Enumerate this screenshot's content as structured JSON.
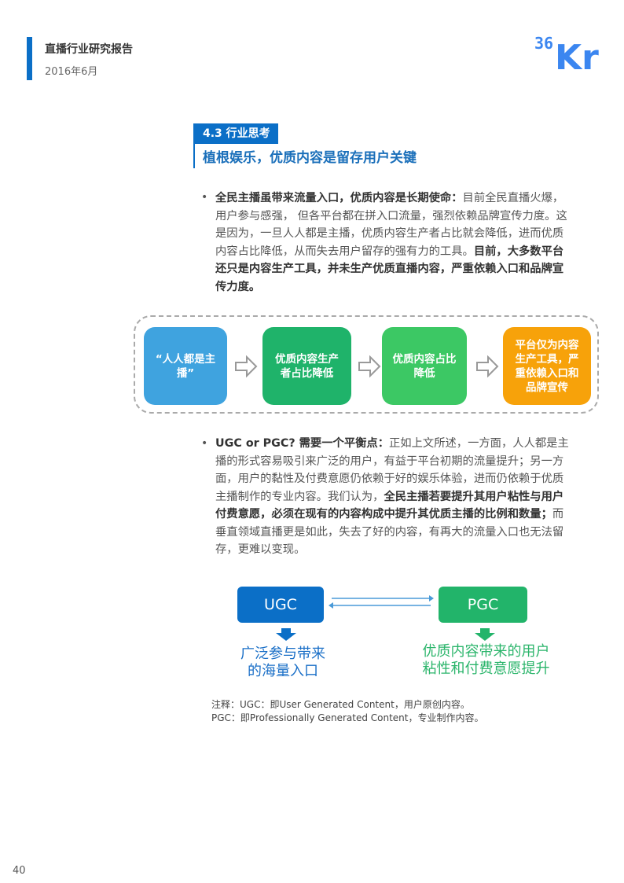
{
  "header": {
    "title": "直播行业研究报告",
    "date": "2016年6月",
    "logo_text": "36Kr"
  },
  "section": {
    "tag": "4.3 行业思考",
    "title": "植根娱乐，优质内容是留存用户关键"
  },
  "paragraph1": {
    "bullet": "•",
    "lead": "全民主播虽带来流量入口，优质内容是长期使命：",
    "body": "目前全民直播火爆，用户参与感强， 但各平台都在拼入口流量，强烈依赖品牌宣传力度。这是因为，一旦人人都是主播，优质内容生产者占比就会降低，进而优质内容占比降低，从而失去用户留存的强有力的工具。",
    "emphasis": "目前，大多数平台还只是内容生产工具，并未生产优质直播内容，严重依赖入口和品牌宣传力度。"
  },
  "flow": {
    "boxes": [
      {
        "label": "“人人都是主播”",
        "color": "#3fa3df"
      },
      {
        "label": "优质内容生产者占比降低",
        "color": "#1fb36a"
      },
      {
        "label": "优质内容占比降低",
        "color": "#3cc864"
      },
      {
        "label": "平台仅为内容生产工具，严重依赖入口和品牌宣传",
        "color": "#f7a20a"
      }
    ],
    "arrow_icon": "hollow-right-arrow"
  },
  "paragraph2": {
    "bullet": "•",
    "lead": "UGC or PGC? 需要一个平衡点：",
    "body1": "正如上文所述，一方面，人人都是主播的形式容易吸引来广泛的用户，有益于平台初期的流量提升；另一方面，用户的黏性及付费意愿仍依赖于好的娱乐体验，进而仍依赖于优质主播制作的专业内容。我们认为，",
    "emphasis": "全民主播若要提升其用户粘性与用户付费意愿，必须在现有的内容构成中提升其优质主播的比例和数量；",
    "body2": "而垂直领域直播更是如此，失去了好的内容，有再大的流量入口也无法留存，更难以变现。"
  },
  "compare": {
    "left": {
      "label": "UGC",
      "color": "#0b6fc7",
      "caption_line1": "广泛参与带来",
      "caption_line2": "的海量入口"
    },
    "right": {
      "label": "PGC",
      "color": "#22b46a",
      "caption_line1": "优质内容带来的用户",
      "caption_line2": "粘性和付费意愿提升"
    }
  },
  "notes": {
    "line1": "注释：UGC：即User  Generated  Content，用户原创内容。",
    "line2": "PGC：即Professionally  Generated  Content，专业制作内容。"
  },
  "page_number": "40"
}
